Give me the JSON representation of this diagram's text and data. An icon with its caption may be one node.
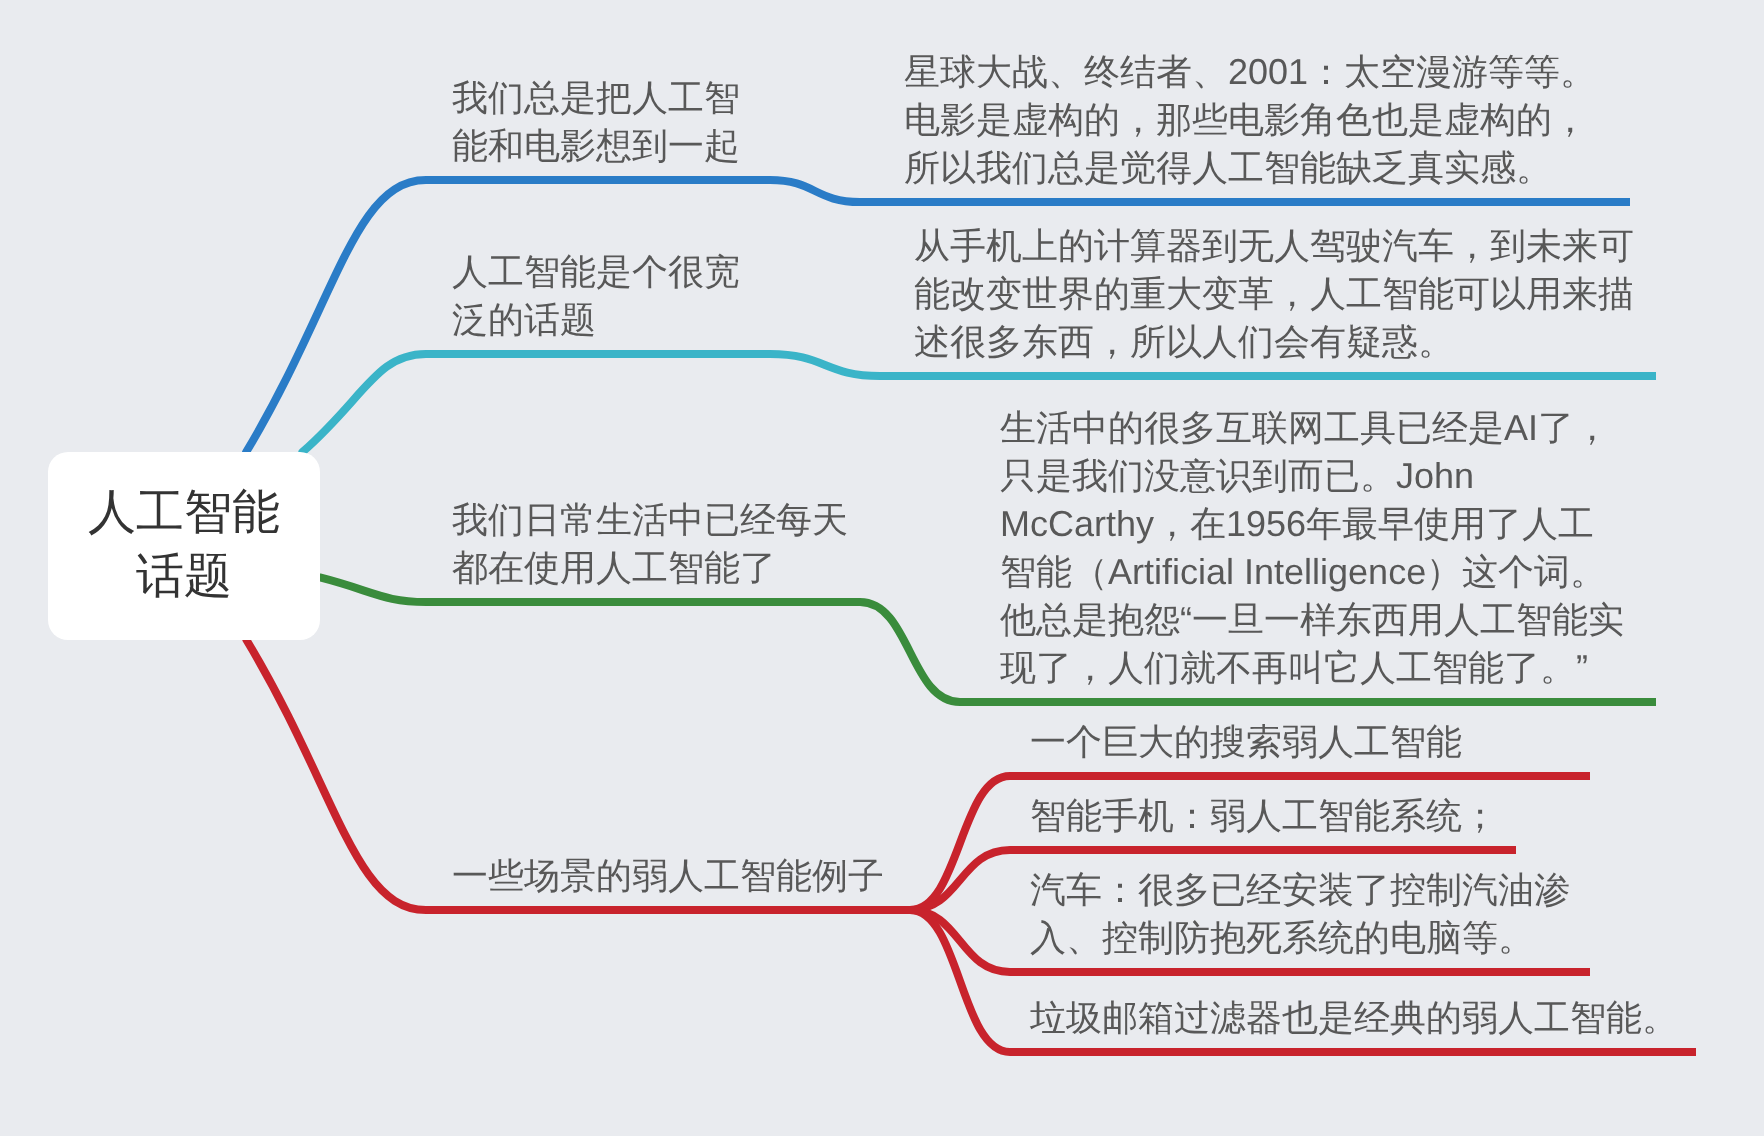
{
  "diagram": {
    "nodes": [
      {
        "text": [
          "人工智能话题"
        ]
      },
      {
        "text": [
          "我们总是把人工智能和电影想到一起"
        ]
      },
      {
        "text": [
          "星球大战、终结者、2001：太空漫游等等。电影是虚构的，那些电影角色也是虚构的，所以我们总是觉得人工智能缺乏真实感。"
        ]
      },
      {
        "text": [
          "人工智能是个很宽泛的话题"
        ]
      },
      {
        "text": [
          "从手机上的计算器到无人驾驶汽车，到未来可能改变世界的重大变革，人工智能可以用来描述很多东西，所以人们会有疑惑。"
        ]
      },
      {
        "text": [
          "我们日常生活中已经每天都在使用人工智能了"
        ]
      },
      {
        "text": [
          "生活中的很多互联网工具已经是AI了，只是我们没意识到而已。John McCarthy，在1956年最早使用了人工智能（Artificial Intelligence）这个词。他总是抱怨“一旦一样东西用人工智能实现了，人们就不再叫它人工智能了。”"
        ]
      },
      {
        "text": [
          "一些场景的弱人工智能例子"
        ]
      },
      {
        "text": [
          "一个巨大的搜索弱人工智能"
        ]
      },
      {
        "text": [
          "智能手机：弱人工智能系统；"
        ]
      },
      {
        "text": [
          "汽车：很多已经安装了控制汽油渗入、控制防抱死系统的电脑等。"
        ]
      },
      {
        "text": [
          "垃圾邮箱过滤器也是经典的弱人工智能。"
        ]
      }
    ],
    "edges": [
      {
        "from": 0,
        "to": 1,
        "arrow": "none",
        "color": "#2a7cc7"
      },
      {
        "from": 1,
        "to": 2,
        "arrow": "none",
        "color": "#2a7cc7"
      },
      {
        "from": 0,
        "to": 3,
        "arrow": "none",
        "color": "#3ab4c8"
      },
      {
        "from": 3,
        "to": 4,
        "arrow": "none",
        "color": "#3ab4c8"
      },
      {
        "from": 0,
        "to": 5,
        "arrow": "none",
        "color": "#3a8c3c"
      },
      {
        "from": 5,
        "to": 6,
        "arrow": "none",
        "color": "#3a8c3c"
      },
      {
        "from": 0,
        "to": 7,
        "arrow": "none"
      },
      {
        "from": 7,
        "to": 8,
        "arrow": "none"
      },
      {
        "from": 7,
        "to": 9,
        "arrow": "none"
      },
      {
        "from": 7,
        "to": 10,
        "arrow": "none"
      },
      {
        "from": 7,
        "to": 11,
        "arrow": "none"
      }
    ]
  }
}
